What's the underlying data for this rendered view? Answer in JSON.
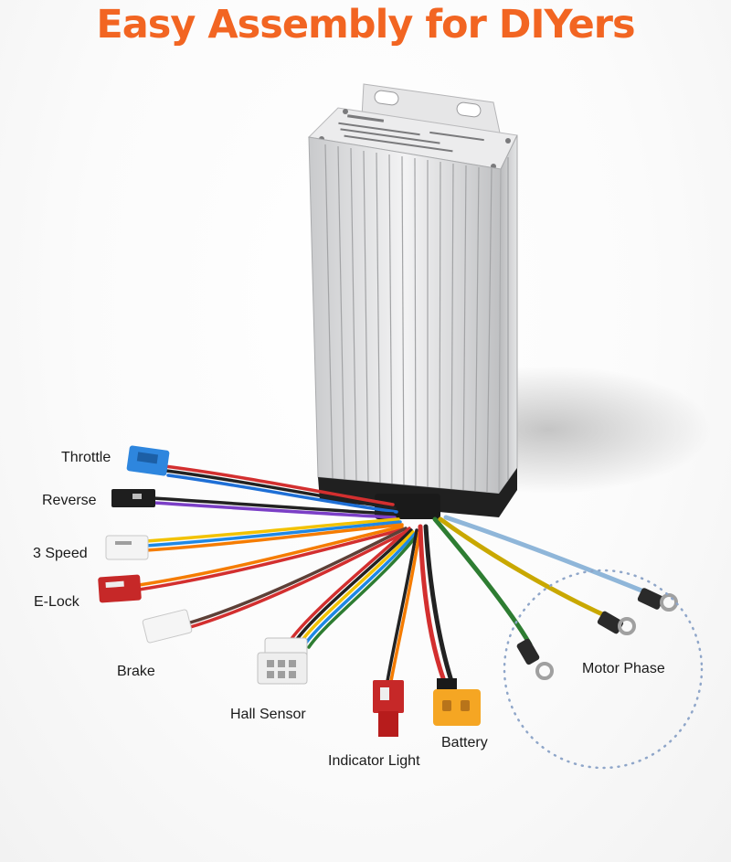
{
  "title": "Easy Assembly for DIYers",
  "colors": {
    "title": "#f26522",
    "controller_body": "#d9dadc",
    "throttle_connector": "#2e86de",
    "elock_connector": "#c62828",
    "indicator_connector": "#c62828",
    "battery_connector": "#f5a623",
    "motor_phase_dots": "#8fa6c9"
  },
  "labels": {
    "throttle": "Throttle",
    "reverse": "Reverse",
    "three_speed": "3 Speed",
    "e_lock": "E-Lock",
    "brake": "Brake",
    "hall_sensor": "Hall Sensor",
    "indicator_light": "Indicator Light",
    "battery": "Battery",
    "motor_phase": "Motor Phase"
  }
}
